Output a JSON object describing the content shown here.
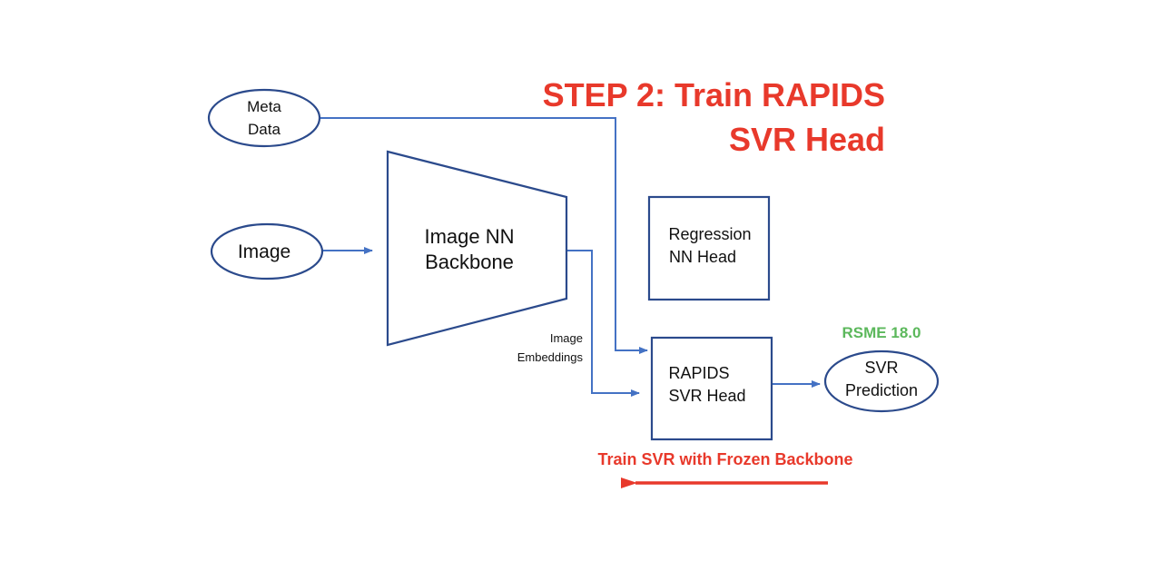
{
  "title": {
    "line1": "STEP 2: Train RAPIDS",
    "line2": "SVR Head"
  },
  "nodes": {
    "meta_data": {
      "line1": "Meta",
      "line2": "Data"
    },
    "image": {
      "label": "Image"
    },
    "backbone": {
      "line1": "Image NN",
      "line2": "Backbone"
    },
    "regression_head": {
      "line1": "Regression",
      "line2": "NN Head"
    },
    "svr_head": {
      "line1": "RAPIDS",
      "line2": "SVR Head"
    },
    "svr_prediction": {
      "line1": "SVR",
      "line2": "Prediction"
    }
  },
  "labels": {
    "embeddings_line1": "Image",
    "embeddings_line2": "Embeddings",
    "metric": "RSME 18.0",
    "train_note": "Train SVR with Frozen Backbone"
  },
  "colors": {
    "title": "#e8392b",
    "metric": "#5cb85c",
    "shape_stroke": "#2b4a8c",
    "connector": "#4472c4",
    "train_arrow": "#e8392b"
  }
}
